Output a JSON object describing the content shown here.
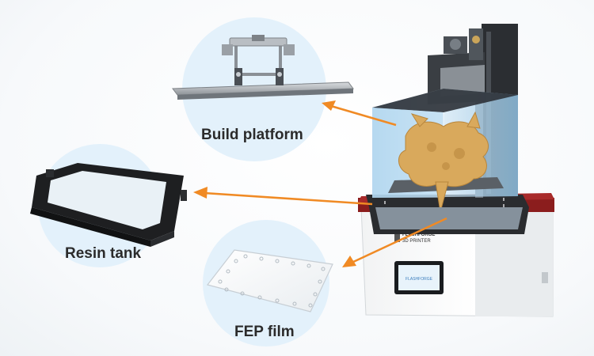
{
  "labels": {
    "build_platform": "Build platform",
    "resin_tank": "Resin tank",
    "fep_film": "FEP film"
  },
  "printer": {
    "brand_line1": "FLASHFORGE",
    "brand_line2": "3D PRINTER",
    "screen_text": "FLASHFORGE"
  },
  "colors": {
    "arrow": "#f08a24",
    "circle": "#e3f1fb",
    "vat_tint": "#9ec9e6",
    "model": "#d9a95c",
    "base_red": "#8b1d1d"
  }
}
